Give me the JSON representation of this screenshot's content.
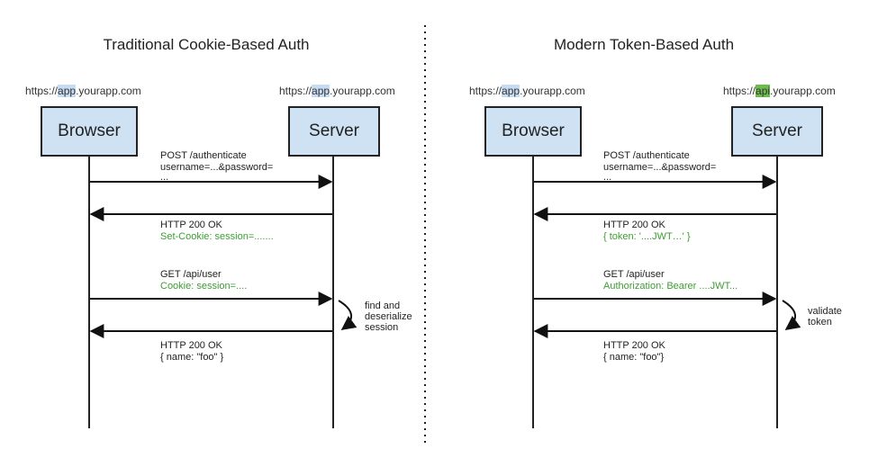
{
  "panels": {
    "left": {
      "title": "Traditional Cookie-Based Auth",
      "browser_url": {
        "prefix": "https://",
        "highlight": "app",
        "suffix": ".yourapp.com",
        "color": "#c7dcf3"
      },
      "server_url": {
        "prefix": "https://",
        "highlight": "app",
        "suffix": ".yourapp.com",
        "color": "#c7dcf3"
      },
      "browser_label": "Browser",
      "server_label": "Server",
      "messages": [
        {
          "line1": "POST /authenticate",
          "line2": "username=...&password=",
          "line3": "..."
        },
        {
          "line1": "HTTP 200 OK",
          "line2": "Set-Cookie: session=......."
        },
        {
          "line1": "GET /api/user",
          "line2": "Cookie: session=...."
        },
        {
          "line1": "HTTP 200 OK",
          "line2": "{  name: \"foo\" }"
        }
      ],
      "note": [
        "find and",
        "deserialize",
        "session"
      ]
    },
    "right": {
      "title": "Modern Token-Based Auth",
      "browser_url": {
        "prefix": "https://",
        "highlight": "app",
        "suffix": ".yourapp.com",
        "color": "#c7dcf3"
      },
      "server_url": {
        "prefix": "https://",
        "highlight": "api",
        "suffix": ".yourapp.com",
        "color": "#6dbb4a"
      },
      "browser_label": "Browser",
      "server_label": "Server",
      "messages": [
        {
          "line1": "POST /authenticate",
          "line2": "username=...&password=",
          "line3": "..."
        },
        {
          "line1": "HTTP 200 OK",
          "line2": "{ token: '....JWT…' }"
        },
        {
          "line1": "GET /api/user",
          "line2": "Authorization: Bearer ....JWT..."
        },
        {
          "line1": "HTTP 200 OK",
          "line2": "{ name: \"foo\"}"
        }
      ],
      "note": [
        "validate",
        "token"
      ]
    }
  },
  "colors": {
    "box_fill": "#cfe2f3",
    "box_border": "#222222",
    "green_text": "#3f9c35"
  }
}
